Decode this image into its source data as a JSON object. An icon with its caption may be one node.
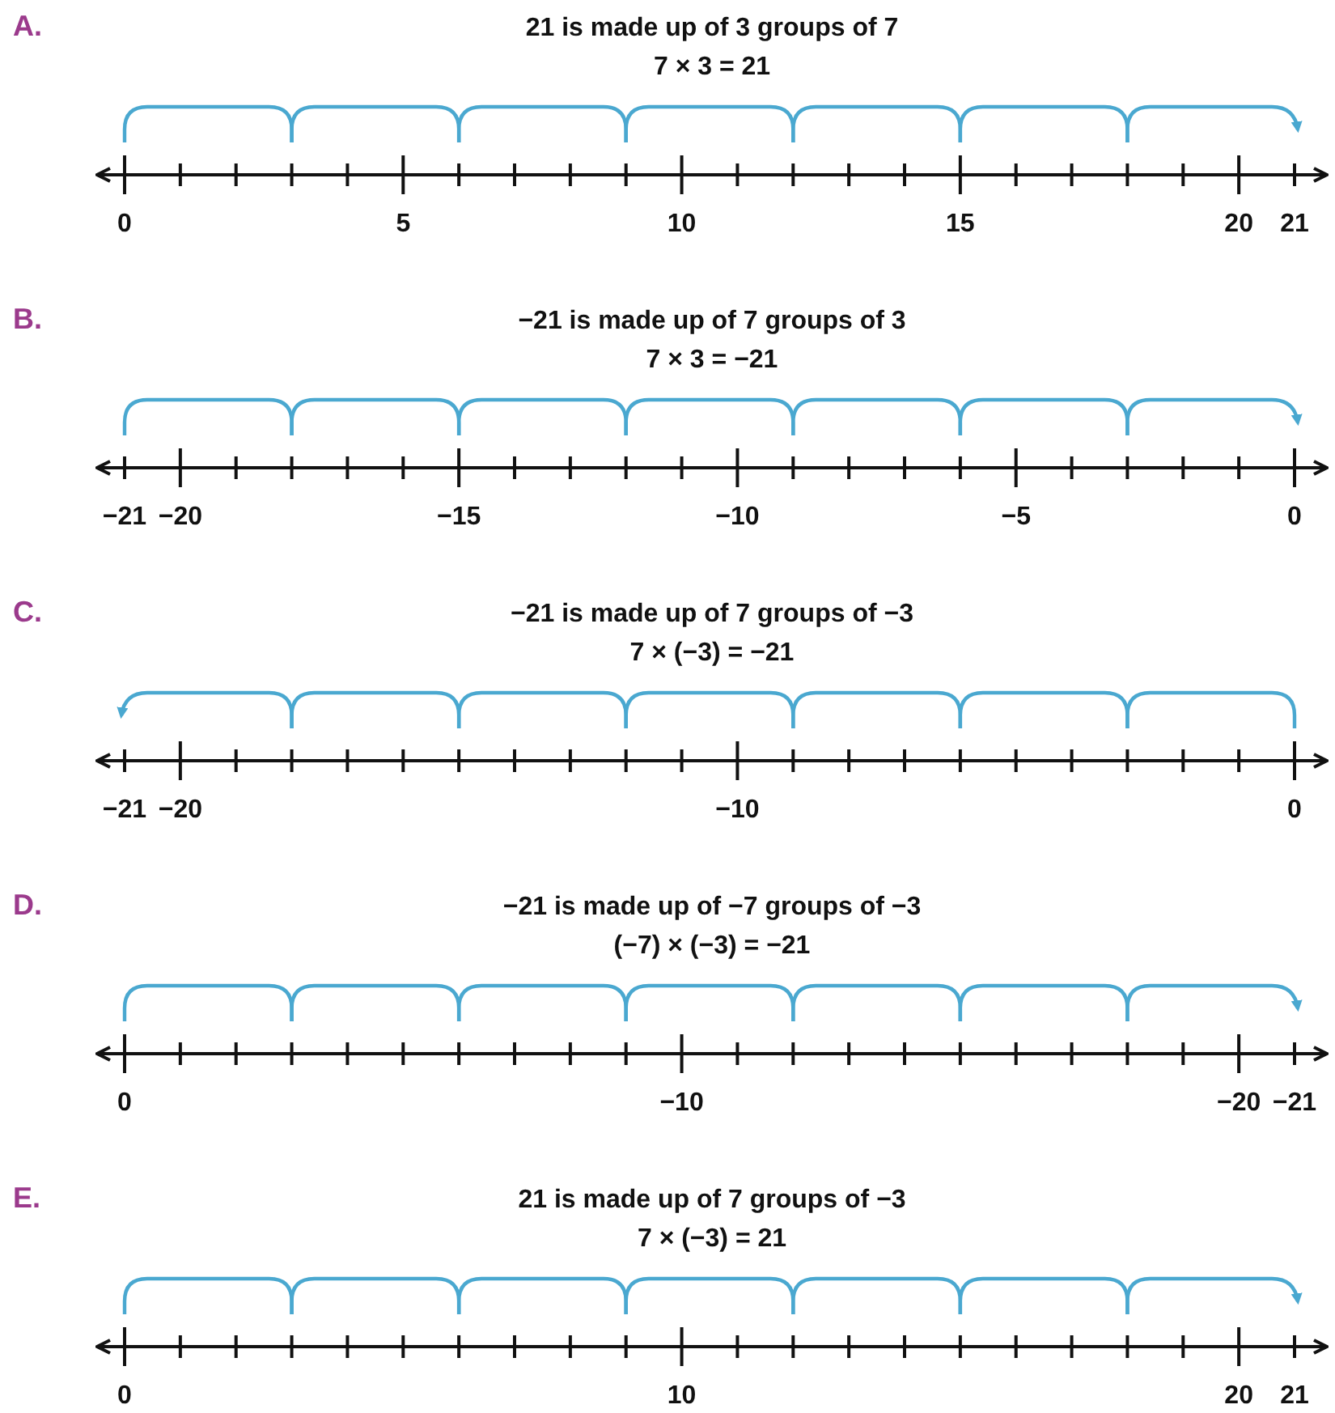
{
  "diagram": {
    "labels": [
      "A.",
      "21 is made up of 3 groups of 7",
      "7 × 3 = 21",
      "0",
      "5",
      "10",
      "15",
      "20",
      "21",
      "B.",
      "−21 is made up of 7 groups of 3",
      "7 × 3 = −21",
      "−21",
      "−20",
      "−15",
      "−10",
      "−5",
      "0",
      "C.",
      "−21 is made up of 7 groups of −3",
      "7 × (−3) = −21",
      "−21",
      "−20",
      "−10",
      "0",
      "D.",
      "−21 is made up of −7 groups of −3",
      "(−7) × (−3) = −21",
      "0",
      "−10",
      "−20",
      "−21",
      "E.",
      "21 is made up of 7 groups of −3",
      "7 × (−3) = 21",
      "0",
      "10",
      "20",
      "21"
    ]
  }
}
